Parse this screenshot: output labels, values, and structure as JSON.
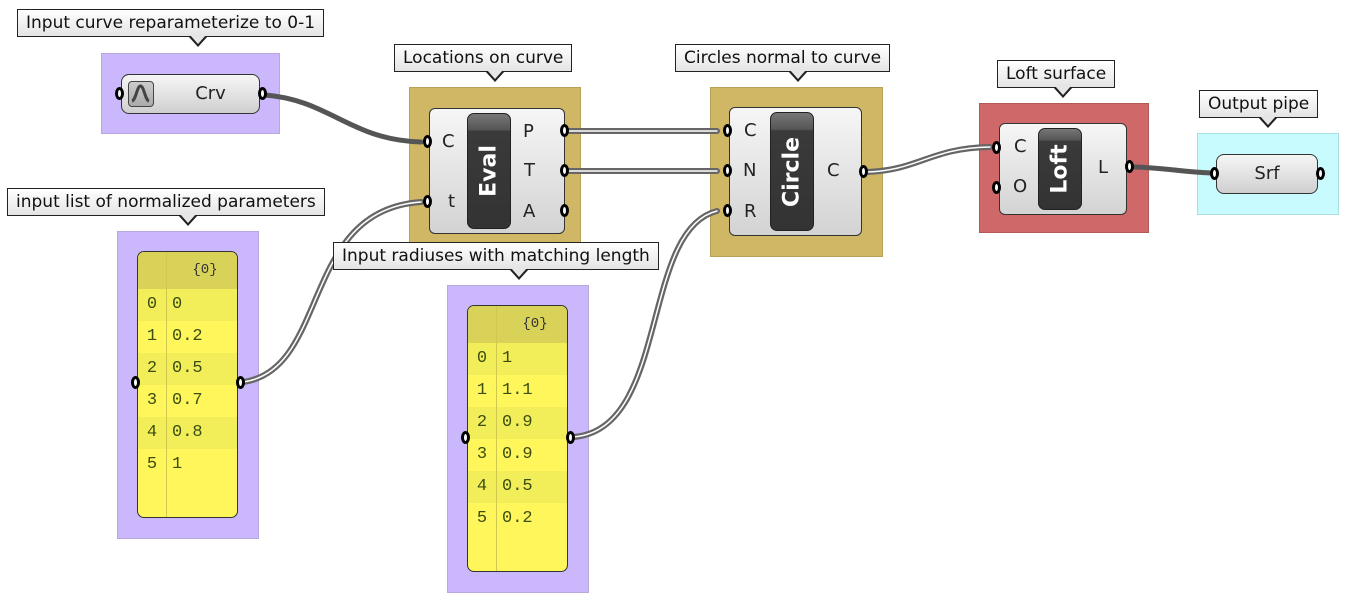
{
  "groups": [
    {
      "id": "curve-input",
      "label": "Input curve reparameterize to 0-1",
      "color": "#cbb8fc"
    },
    {
      "id": "parameters",
      "label": "input list of normalized parameters",
      "color": "#cbb8fc"
    },
    {
      "id": "eval",
      "label": "Locations on curve",
      "color": "#cfb766"
    },
    {
      "id": "radii",
      "label": "Input radiuses with matching length",
      "color": "#cbb8fc"
    },
    {
      "id": "circle",
      "label": "Circles normal to curve",
      "color": "#cfb766"
    },
    {
      "id": "loft",
      "label": "Loft surface",
      "color": "#cf6869"
    },
    {
      "id": "output",
      "label": "Output pipe",
      "color": "#c8fbfd"
    }
  ],
  "params": {
    "curve": {
      "name": "Crv",
      "icon": "curve-icon"
    },
    "surface": {
      "name": "Srf"
    }
  },
  "components": {
    "eval": {
      "name": "Eval",
      "inputs": [
        "C",
        "t"
      ],
      "outputs": [
        "P",
        "T",
        "A"
      ]
    },
    "circle": {
      "name": "Circle",
      "inputs": [
        "C",
        "N",
        "R"
      ],
      "outputs": [
        "C"
      ]
    },
    "loft": {
      "name": "Loft",
      "inputs": [
        "C",
        "O"
      ],
      "outputs": [
        "L"
      ]
    }
  },
  "panels": {
    "parameters": {
      "header": "{0}",
      "rows": [
        {
          "i": "0",
          "v": "0"
        },
        {
          "i": "1",
          "v": "0.2"
        },
        {
          "i": "2",
          "v": "0.5"
        },
        {
          "i": "3",
          "v": "0.7"
        },
        {
          "i": "4",
          "v": "0.8"
        },
        {
          "i": "5",
          "v": "1"
        }
      ]
    },
    "radii": {
      "header": "{0}",
      "rows": [
        {
          "i": "0",
          "v": "1"
        },
        {
          "i": "1",
          "v": "1.1"
        },
        {
          "i": "2",
          "v": "0.9"
        },
        {
          "i": "3",
          "v": "0.9"
        },
        {
          "i": "4",
          "v": "0.5"
        },
        {
          "i": "5",
          "v": "0.2"
        }
      ]
    }
  },
  "wires": [
    {
      "from": "Crv",
      "to": "Eval.C",
      "type": "single"
    },
    {
      "from": "parameters-panel",
      "to": "Eval.t",
      "type": "list"
    },
    {
      "from": "Eval.P",
      "to": "Circle.C",
      "type": "list"
    },
    {
      "from": "Eval.T",
      "to": "Circle.N",
      "type": "list"
    },
    {
      "from": "radii-panel",
      "to": "Circle.R",
      "type": "list"
    },
    {
      "from": "Circle.C",
      "to": "Loft.C",
      "type": "list"
    },
    {
      "from": "Loft.L",
      "to": "Srf",
      "type": "single"
    }
  ]
}
